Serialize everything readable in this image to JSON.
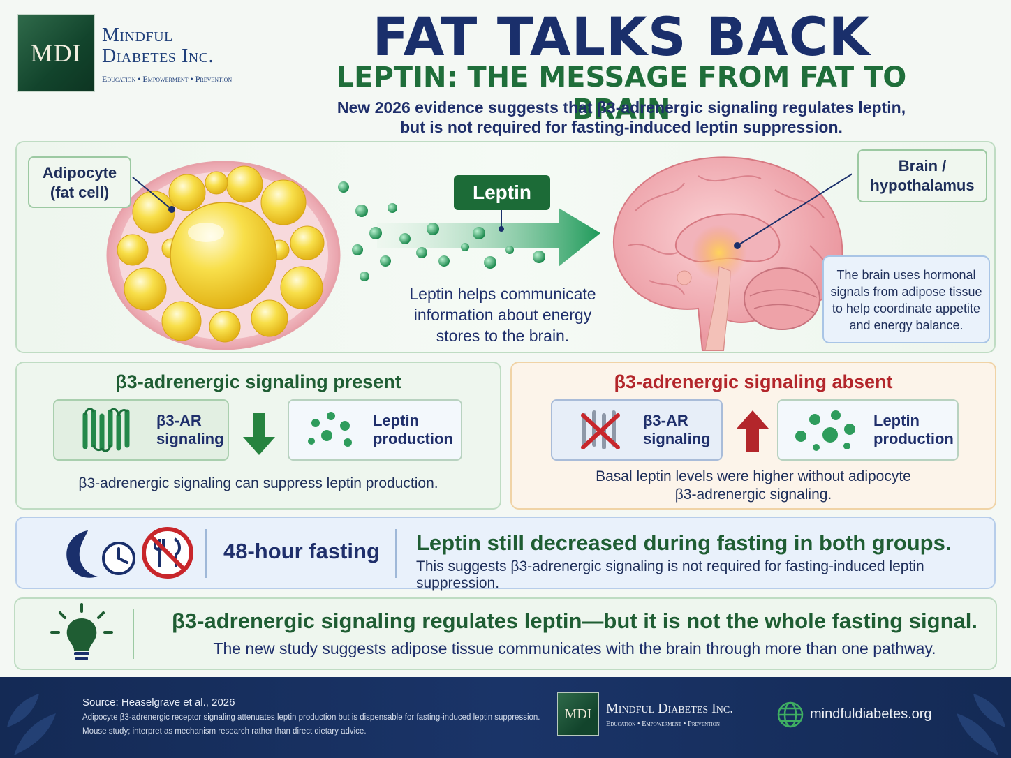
{
  "header": {
    "logo_mark": "MDI",
    "logo_name_line1": "Mindful",
    "logo_name_line2": "Diabetes Inc.",
    "logo_tagline": "Education • Empowerment • Prevention",
    "title": "FAT TALKS BACK",
    "subtitle": "LEPTIN: THE MESSAGE FROM FAT TO BRAIN",
    "intro_line1": "New 2026 evidence suggests that β3-adrenergic signaling regulates leptin,",
    "intro_line2": "but is not required for fasting-induced leptin suppression."
  },
  "hero": {
    "adipocyte_label_line1": "Adipocyte",
    "adipocyte_label_line2": "(fat cell)",
    "leptin_tag": "Leptin",
    "caption_line1": "Leptin helps communicate",
    "caption_line2": "information about energy",
    "caption_line3": "stores to the brain.",
    "brain_label_line1": "Brain /",
    "brain_label_line2": "hypothalamus",
    "brain_note_line1": "The brain uses hormonal",
    "brain_note_line2": "signals from adipose tissue",
    "brain_note_line3": "to help coordinate appetite",
    "brain_note_line4": "and energy balance."
  },
  "present": {
    "title": "β3-adrenergic signaling present",
    "chip1_line1": "β3-AR",
    "chip1_line2": "signaling",
    "chip2_line1": "Leptin",
    "chip2_line2": "production",
    "caption": "β3-adrenergic signaling can suppress leptin production."
  },
  "absent": {
    "title": "β3-adrenergic signaling absent",
    "chip1_line1": "β3-AR",
    "chip1_line2": "signaling",
    "chip2_line1": "Leptin",
    "chip2_line2": "production",
    "caption_line1": "Basal leptin levels were higher without adipocyte",
    "caption_line2": "β3-adrenergic signaling."
  },
  "fasting": {
    "label": "48-hour fasting",
    "headline": "Leptin still decreased during fasting in both groups.",
    "sub": "This suggests β3-adrenergic signaling is not required for fasting-induced leptin suppression."
  },
  "takeaway": {
    "headline": "β3-adrenergic signaling regulates leptin—but it is not the whole fasting signal.",
    "sub": "The new study suggests adipose tissue communicates with the brain through more than one pathway."
  },
  "footer": {
    "source_title": "Source: Heaselgrave et al., 2026",
    "source_line1": "Adipocyte β3-adrenergic receptor signaling attenuates leptin production but is dispensable for fasting-induced leptin suppression.",
    "source_line2": "Mouse study; interpret as mechanism research rather than direct dietary advice.",
    "logo_mark": "MDI",
    "logo_name": "Mindful Diabetes Inc.",
    "logo_tagline": "Education • Empowerment • Prevention",
    "website": "mindfuldiabetes.org"
  },
  "colors": {
    "navy": "#1a2f6b",
    "green": "#1f6e3a",
    "red": "#b3262b",
    "footer_bg": "#142a55"
  },
  "icons": [
    "moon-icon",
    "clock-icon",
    "no-food-icon",
    "lightbulb-icon",
    "globe-icon",
    "receptor-icon",
    "down-arrow-icon",
    "up-arrow-icon"
  ]
}
